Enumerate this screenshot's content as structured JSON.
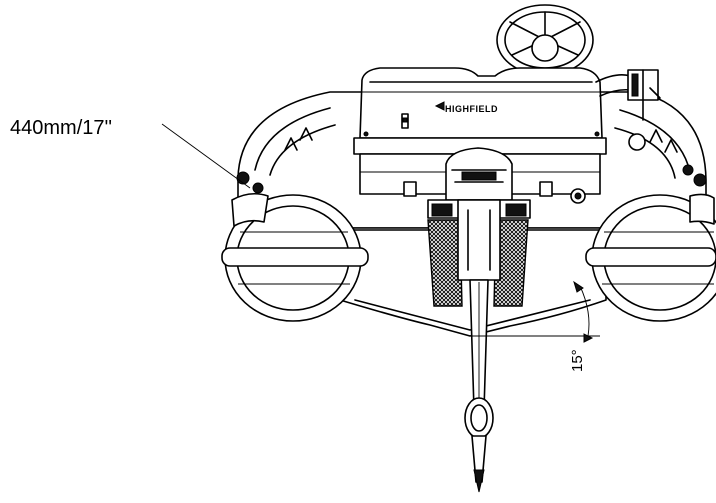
{
  "annotations": {
    "tube_diameter": "440mm/17''",
    "deadrise_angle": "15°"
  },
  "branding": {
    "console_logo": "HIGHFIELD"
  }
}
